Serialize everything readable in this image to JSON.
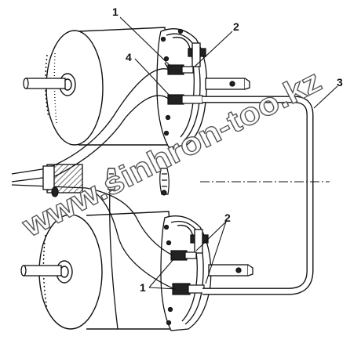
{
  "diagram": {
    "callouts": {
      "top_1": "1",
      "top_2": "2",
      "top_4": "4",
      "right_3": "3",
      "bottom_2": "2",
      "bottom_1": "1"
    },
    "watermark": "www.sinhron-too.kz"
  },
  "colors": {
    "line": "#111111",
    "hatch": "#333333",
    "watermark_outline": "#555555"
  }
}
